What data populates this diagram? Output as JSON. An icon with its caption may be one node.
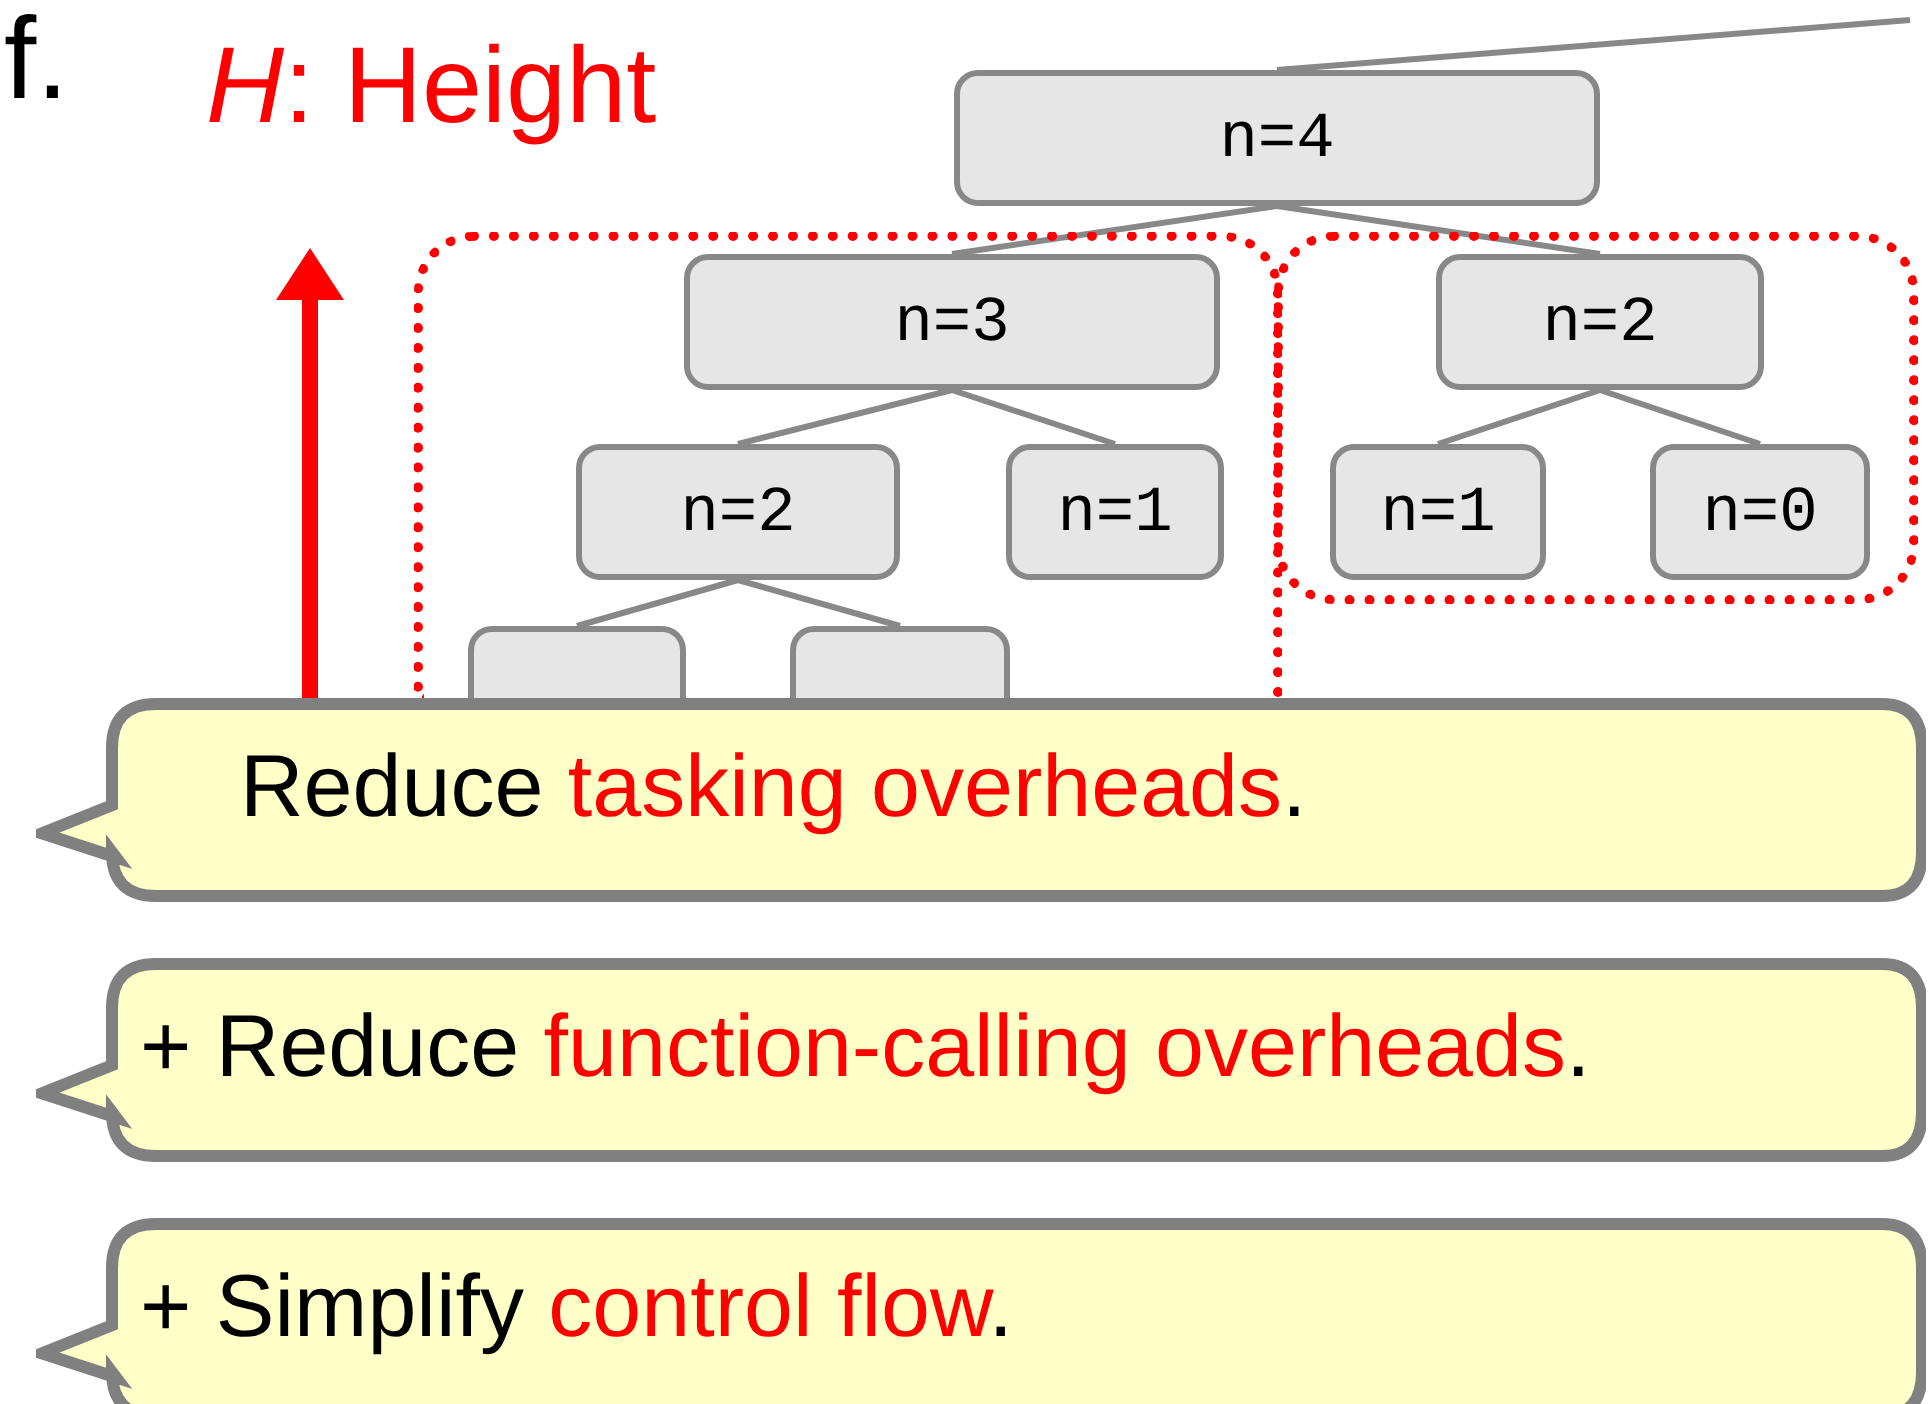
{
  "diagram": {
    "nodes": [
      {
        "text": [
          "n=4"
        ]
      },
      {
        "text": [],
        "shape": "box"
      },
      {
        "text": [
          "n=3"
        ],
        "in": 1
      },
      {
        "text": [
          "n=2"
        ],
        "in": 1
      },
      {
        "text": [
          "n=1"
        ],
        "in": 1
      },
      {
        "text": [],
        "shape": "box",
        "in": 1
      },
      {
        "text": [],
        "shape": "box",
        "in": 1
      },
      {
        "text": [],
        "shape": "box"
      },
      {
        "text": [
          "n=2"
        ],
        "in": 7
      },
      {
        "text": [
          "n=1"
        ],
        "in": 7
      },
      {
        "text": [
          "n=0"
        ],
        "in": 7
      },
      {
        "text": [
          "Reduce",
          "tasking overheads",
          "."
        ]
      },
      {
        "text": [
          "+ Reduce",
          "function-calling overheads",
          "."
        ]
      },
      {
        "text": [
          "+ Simplify",
          "control flow",
          "."
        ]
      }
    ],
    "edges": [
      {
        "from": null,
        "to": 0,
        "arrow": "none"
      },
      {
        "from": 0,
        "to": 2,
        "arrow": "none"
      },
      {
        "from": 0,
        "to": 8,
        "arrow": "none"
      },
      {
        "from": 2,
        "to": 3,
        "arrow": "none"
      },
      {
        "from": 2,
        "to": 4,
        "arrow": "none"
      },
      {
        "from": 3,
        "to": 5,
        "arrow": "none"
      },
      {
        "from": 3,
        "to": 6,
        "arrow": "none"
      },
      {
        "from": 8,
        "to": 9,
        "arrow": "none"
      },
      {
        "from": 8,
        "to": 10,
        "arrow": "none"
      }
    ],
    "labels": [
      "f.",
      "*H*: Height"
    ]
  }
}
